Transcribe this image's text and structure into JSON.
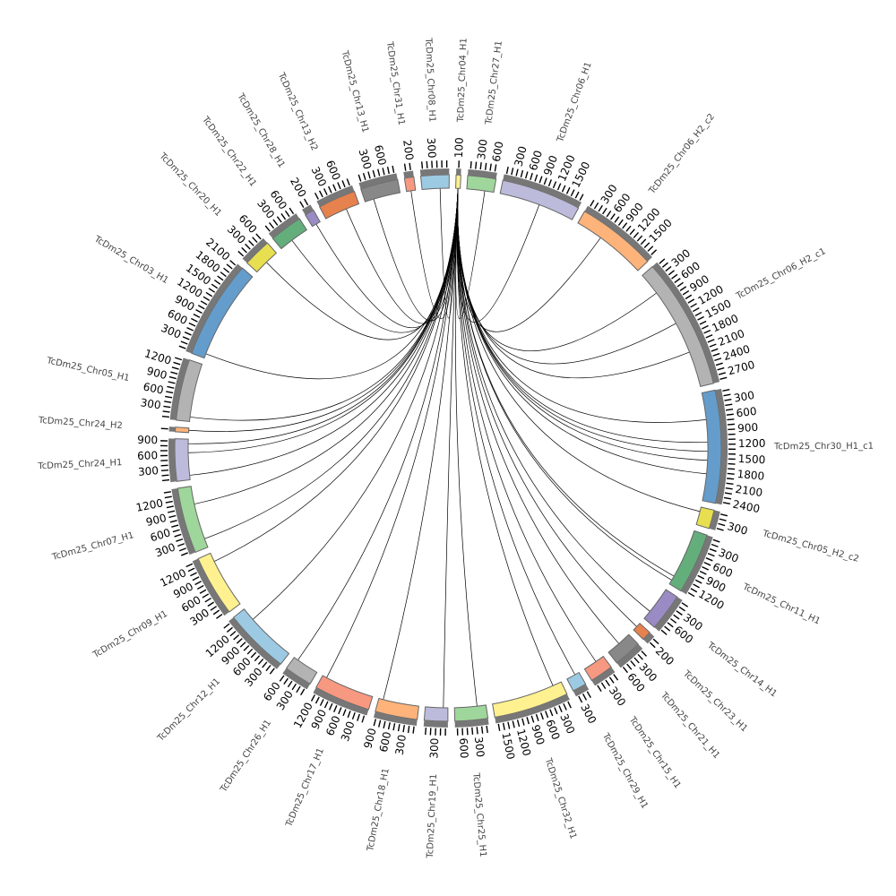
{
  "diagram": {
    "type": "circos",
    "tick_interval": 100,
    "link_color": "#000000",
    "band_color": "#777777",
    "source": {
      "chromosome": 0,
      "position": 50
    },
    "chromosomes": [
      {
        "label": "TcDm25_Chr04_H1",
        "length": 100,
        "color": "#fff18f"
      },
      {
        "label": "TcDm25_Chr27_H1",
        "length": 600,
        "color": "#9fd69b"
      },
      {
        "label": "TcDm25_Chr06_H1",
        "length": 1700,
        "color": "#bcbbdb"
      },
      {
        "label": "TcDm25_Chr06_H2_c2",
        "length": 1700,
        "color": "#fdb37a"
      },
      {
        "label": "TcDm25_Chr06_H2_c1",
        "length": 2800,
        "color": "#b3b3b3"
      },
      {
        "label": "TcDm25_Chr30_H1_c1",
        "length": 2400,
        "color": "#649dcc"
      },
      {
        "label": "TcDm25_Chr05_H2_c2",
        "length": 400,
        "color": "#e8df50"
      },
      {
        "label": "TcDm25_Chr11_H1",
        "length": 1300,
        "color": "#63ae7b"
      },
      {
        "label": "TcDm25_Chr14_H1",
        "length": 800,
        "color": "#9a8bc4"
      },
      {
        "label": "TcDm25_Chr23_H1",
        "length": 200,
        "color": "#e6824e"
      },
      {
        "label": "TcDm25_Chr21_H1",
        "length": 600,
        "color": "#888888"
      },
      {
        "label": "TcDm25_Chr15_H1",
        "length": 500,
        "color": "#f79881"
      },
      {
        "label": "TcDm25_Chr29_H1",
        "length": 300,
        "color": "#9dcae3"
      },
      {
        "label": "TcDm25_Chr32_H1",
        "length": 1600,
        "color": "#fff18f"
      },
      {
        "label": "TcDm25_Chr25_H1",
        "length": 700,
        "color": "#9fd69b"
      },
      {
        "label": "TcDm25_Chr19_H1",
        "length": 500,
        "color": "#bcbbdb"
      },
      {
        "label": "TcDm25_Chr18_H1",
        "length": 900,
        "color": "#fdb37a"
      },
      {
        "label": "TcDm25_Chr17_H1",
        "length": 1200,
        "color": "#f79881"
      },
      {
        "label": "TcDm25_Chr26_H1",
        "length": 600,
        "color": "#b3b3b3"
      },
      {
        "label": "TcDm25_Chr12_H1",
        "length": 1400,
        "color": "#9dcae3"
      },
      {
        "label": "TcDm25_Chr09_H1",
        "length": 1300,
        "color": "#fff18f"
      },
      {
        "label": "TcDm25_Chr07_H1",
        "length": 1400,
        "color": "#9fd69b"
      },
      {
        "label": "TcDm25_Chr24_H1",
        "length": 900,
        "color": "#bcbbdb"
      },
      {
        "label": "TcDm25_Chr24_H2",
        "length": 100,
        "color": "#fdb37a"
      },
      {
        "label": "TcDm25_Chr05_H1",
        "length": 1300,
        "color": "#b3b3b3"
      },
      {
        "label": "TcDm25_Chr03_H1",
        "length": 2100,
        "color": "#649dcc"
      },
      {
        "label": "TcDm25_Chr20_H1",
        "length": 600,
        "color": "#e8df50"
      },
      {
        "label": "TcDm25_Chr22_H1",
        "length": 700,
        "color": "#63ae7b"
      },
      {
        "label": "TcDm25_Chr28_H1",
        "length": 200,
        "color": "#9a8bc4"
      },
      {
        "label": "TcDm25_Chr13_H2",
        "length": 800,
        "color": "#e6824e"
      },
      {
        "label": "TcDm25_Chr13_H1",
        "length": 800,
        "color": "#888888"
      },
      {
        "label": "TcDm25_Chr31_H1",
        "length": 200,
        "color": "#f79881"
      },
      {
        "label": "TcDm25_Chr08_H1",
        "length": 600,
        "color": "#9dcae3"
      }
    ],
    "links": [
      {
        "chromosome": 1,
        "position": 400
      },
      {
        "chromosome": 2,
        "position": 900
      },
      {
        "chromosome": 3,
        "position": 600
      },
      {
        "chromosome": 4,
        "position": 500
      },
      {
        "chromosome": 4,
        "position": 1300
      },
      {
        "chromosome": 4,
        "position": 2000
      },
      {
        "chromosome": 5,
        "position": 600
      },
      {
        "chromosome": 5,
        "position": 1100
      },
      {
        "chromosome": 5,
        "position": 1300
      },
      {
        "chromosome": 5,
        "position": 1500
      },
      {
        "chromosome": 5,
        "position": 1800
      },
      {
        "chromosome": 6,
        "position": 100
      },
      {
        "chromosome": 7,
        "position": 1100
      },
      {
        "chromosome": 7,
        "position": 1200
      },
      {
        "chromosome": 8,
        "position": 600
      },
      {
        "chromosome": 9,
        "position": 100
      },
      {
        "chromosome": 10,
        "position": 300
      },
      {
        "chromosome": 11,
        "position": 200
      },
      {
        "chromosome": 12,
        "position": 100
      },
      {
        "chromosome": 13,
        "position": 200
      },
      {
        "chromosome": 14,
        "position": 200
      },
      {
        "chromosome": 15,
        "position": 100
      },
      {
        "chromosome": 16,
        "position": 800
      },
      {
        "chromosome": 17,
        "position": 1100
      },
      {
        "chromosome": 18,
        "position": 500
      },
      {
        "chromosome": 19,
        "position": 1100
      },
      {
        "chromosome": 20,
        "position": 1100
      },
      {
        "chromosome": 21,
        "position": 200
      },
      {
        "chromosome": 21,
        "position": 1000
      },
      {
        "chromosome": 22,
        "position": 100
      },
      {
        "chromosome": 22,
        "position": 600
      },
      {
        "chromosome": 22,
        "position": 800
      },
      {
        "chromosome": 23,
        "position": 50
      },
      {
        "chromosome": 24,
        "position": 100
      },
      {
        "chromosome": 25,
        "position": 100
      },
      {
        "chromosome": 26,
        "position": 300
      },
      {
        "chromosome": 27,
        "position": 300
      },
      {
        "chromosome": 28,
        "position": 100
      },
      {
        "chromosome": 29,
        "position": 500
      },
      {
        "chromosome": 30,
        "position": 200
      },
      {
        "chromosome": 31,
        "position": 100
      },
      {
        "chromosome": 32,
        "position": 400
      }
    ]
  }
}
